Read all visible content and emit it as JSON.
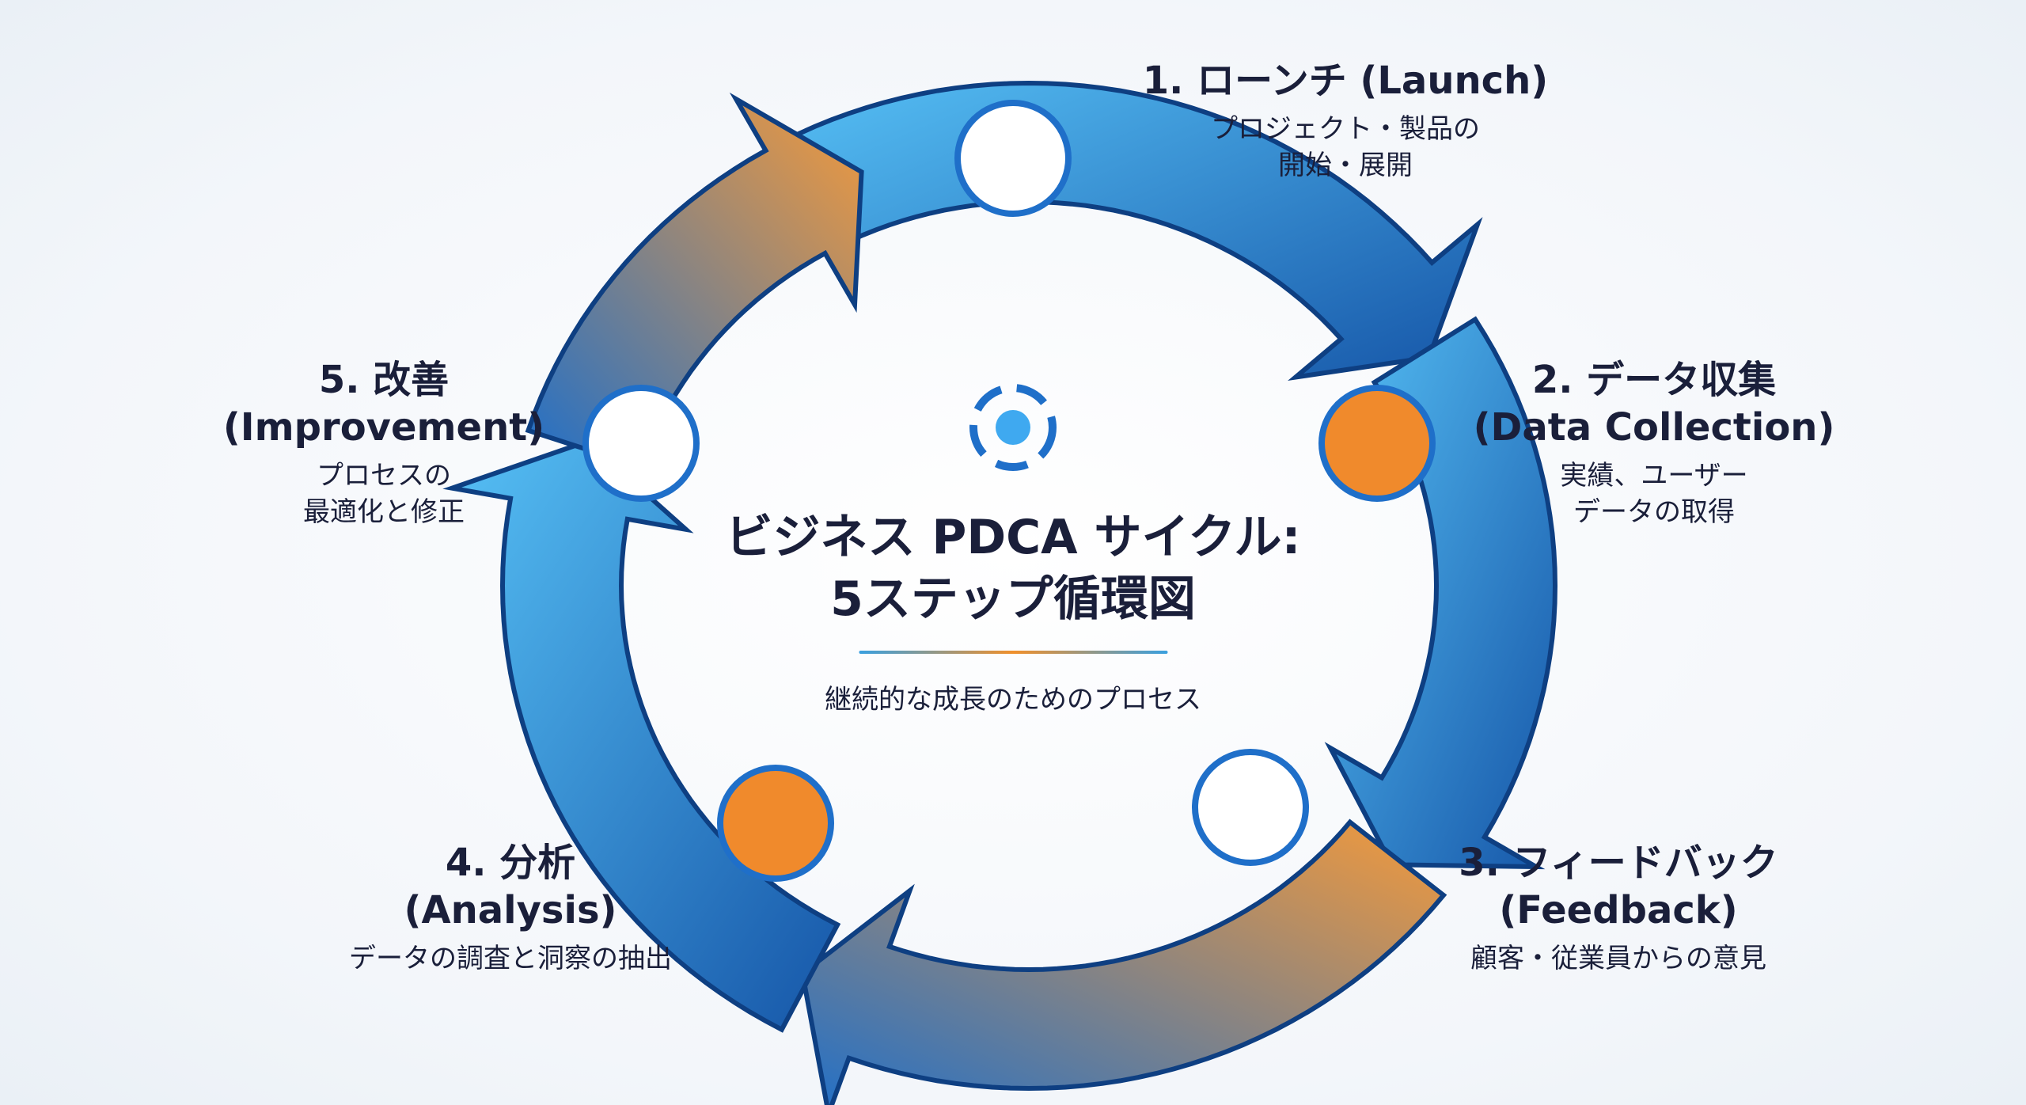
{
  "title": {
    "line1": "ビジネス PDCA サイクル:",
    "line2": "5ステップ循環図",
    "subtitle": "継続的な成長のためのプロセス"
  },
  "colors": {
    "blue": "#1f6fc9",
    "light_blue": "#3fa9f0",
    "orange": "#f08a2c",
    "text": "#1a1f3a"
  },
  "steps": [
    {
      "title": "1. ローンチ (Launch)",
      "desc": [
        "プロジェクト・製品の",
        "開始・展開"
      ],
      "icon": "rocket-icon"
    },
    {
      "title": "2. データ収集",
      "subtitle": "(Data Collection)",
      "desc": [
        "実績、ユーザー",
        "データの取得"
      ],
      "icon": "server-icon"
    },
    {
      "title": "3. フィードバック",
      "subtitle": "(Feedback)",
      "desc": [
        "顧客・従業員からの意見"
      ],
      "icon": "megaphone-icon"
    },
    {
      "title": "4. 分析",
      "subtitle": "(Analysis)",
      "desc": [
        "データの調査と洞察の抽出"
      ],
      "icon": "magnifier-icon"
    },
    {
      "title": "5. 改善",
      "subtitle": "(Improvement)",
      "desc": [
        "プロセスの",
        "最適化と修正"
      ],
      "icon": "lightbulb-icon"
    }
  ]
}
